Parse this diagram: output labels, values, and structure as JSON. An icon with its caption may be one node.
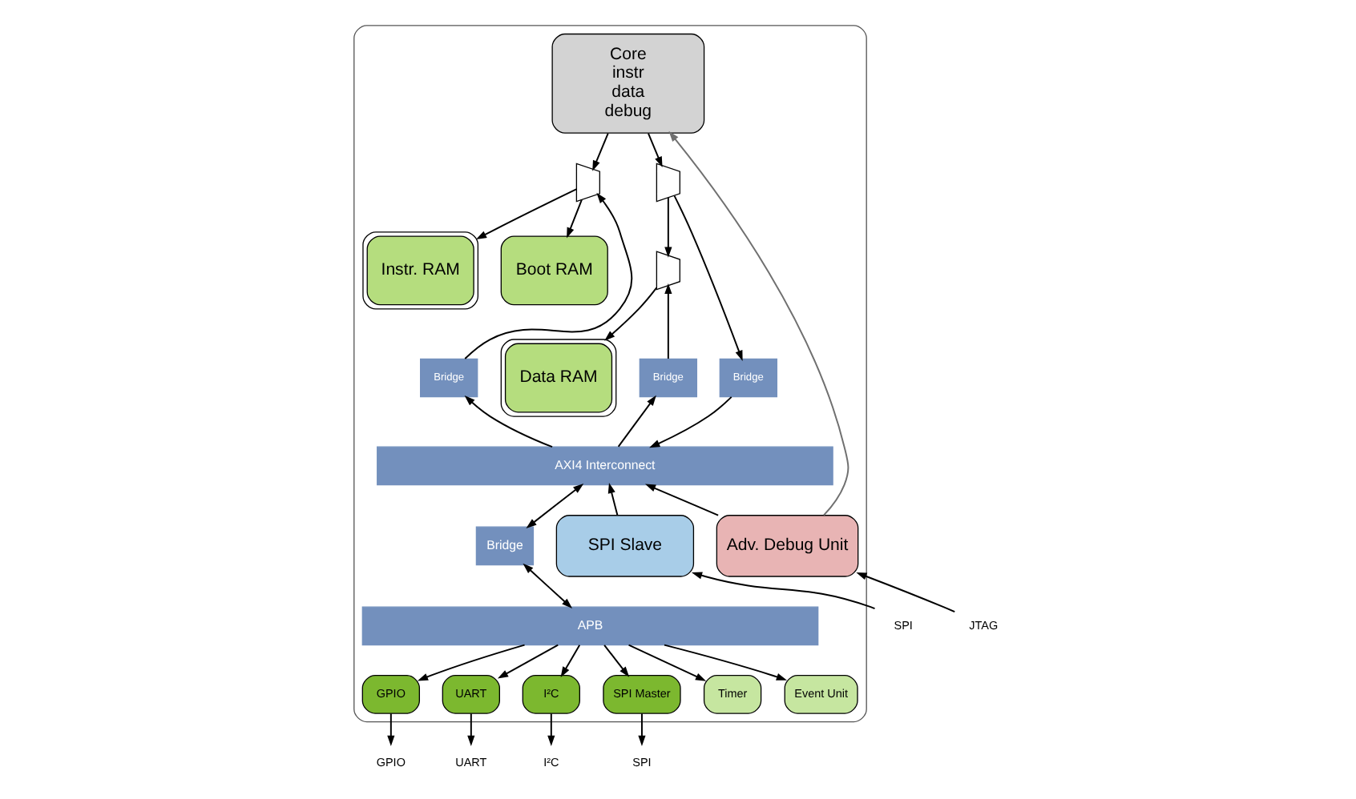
{
  "diagram": {
    "nodes": [
      {
        "text": [],
        "shape": "box"
      },
      {
        "text": [
          "Core",
          "instr",
          "data",
          "debug"
        ],
        "in": 0
      },
      {
        "text": [
          "Instr. RAM"
        ],
        "in": 0
      },
      {
        "text": [
          "Boot RAM"
        ],
        "in": 0
      },
      {
        "text": [],
        "shape": "trapezoid",
        "in": 0
      },
      {
        "text": [
          "Bridge"
        ],
        "in": 0
      },
      {
        "text": [],
        "shape": "trapezoid",
        "in": 0
      },
      {
        "text": [],
        "shape": "trapezoid",
        "in": 0
      },
      {
        "text": [
          "Data RAM"
        ],
        "in": 0
      },
      {
        "text": [
          "Bridge"
        ],
        "in": 0
      },
      {
        "text": [
          "Bridge"
        ],
        "in": 0
      },
      {
        "text": [
          "AXI4 Interconnect"
        ],
        "in": 0
      },
      {
        "text": [
          "Bridge"
        ],
        "in": 0
      },
      {
        "text": [
          "APB"
        ],
        "in": 0
      },
      {
        "text": [
          "GPIO"
        ],
        "in": 0
      },
      {
        "text": [
          "UART"
        ],
        "in": 0
      },
      {
        "text": [
          "I²C"
        ],
        "in": 0
      },
      {
        "text": [
          "SPI Master"
        ],
        "in": 0
      },
      {
        "text": [
          "Timer"
        ],
        "in": 0
      },
      {
        "text": [
          "Event Unit"
        ],
        "in": 0
      },
      {
        "text": [
          "SPI Slave"
        ],
        "in": 0
      },
      {
        "text": [
          "Adv. Debug Unit"
        ],
        "in": 0
      },
      {
        "text": [
          "GPIO"
        ]
      },
      {
        "text": [
          "UART"
        ]
      },
      {
        "text": [
          "I²C"
        ]
      },
      {
        "text": [
          "SPI"
        ]
      },
      {
        "text": [
          "SPI"
        ]
      },
      {
        "text": [
          "JTAG"
        ]
      }
    ],
    "edges": [
      {
        "from": 1,
        "to": 4,
        "arrow": "to"
      },
      {
        "from": 4,
        "to": 2,
        "arrow": "to"
      },
      {
        "from": 4,
        "to": 3,
        "arrow": "to"
      },
      {
        "from": 5,
        "to": 4,
        "arrow": "to"
      },
      {
        "from": 11,
        "to": 5,
        "arrow": "to"
      },
      {
        "from": 1,
        "to": 6,
        "arrow": "to"
      },
      {
        "from": 6,
        "to": 7,
        "arrow": "to"
      },
      {
        "from": 6,
        "to": 9,
        "arrow": "to"
      },
      {
        "from": 10,
        "to": 7,
        "arrow": "to"
      },
      {
        "from": 7,
        "to": 8,
        "arrow": "to"
      },
      {
        "from": 9,
        "to": 11,
        "arrow": "to"
      },
      {
        "from": 11,
        "to": 10,
        "arrow": "to"
      },
      {
        "from": 11,
        "to": 12,
        "arrow": "both"
      },
      {
        "from": 12,
        "to": 13,
        "arrow": "both"
      },
      {
        "from": 13,
        "to": 14,
        "arrow": "to"
      },
      {
        "from": 13,
        "to": 15,
        "arrow": "to"
      },
      {
        "from": 13,
        "to": 16,
        "arrow": "to"
      },
      {
        "from": 13,
        "to": 17,
        "arrow": "to"
      },
      {
        "from": 13,
        "to": 18,
        "arrow": "to"
      },
      {
        "from": 13,
        "to": 19,
        "arrow": "to"
      },
      {
        "from": 14,
        "to": 22,
        "arrow": "to"
      },
      {
        "from": 15,
        "to": 23,
        "arrow": "to"
      },
      {
        "from": 16,
        "to": 24,
        "arrow": "to"
      },
      {
        "from": 17,
        "to": 25,
        "arrow": "to"
      },
      {
        "from": 26,
        "to": 20,
        "arrow": "to"
      },
      {
        "from": 27,
        "to": 21,
        "arrow": "to"
      },
      {
        "from": 20,
        "to": 11,
        "arrow": "to"
      },
      {
        "from": 21,
        "to": 11,
        "arrow": "to"
      },
      {
        "from": 21,
        "to": 1,
        "arrow": "to",
        "color": "#707070"
      }
    ]
  }
}
